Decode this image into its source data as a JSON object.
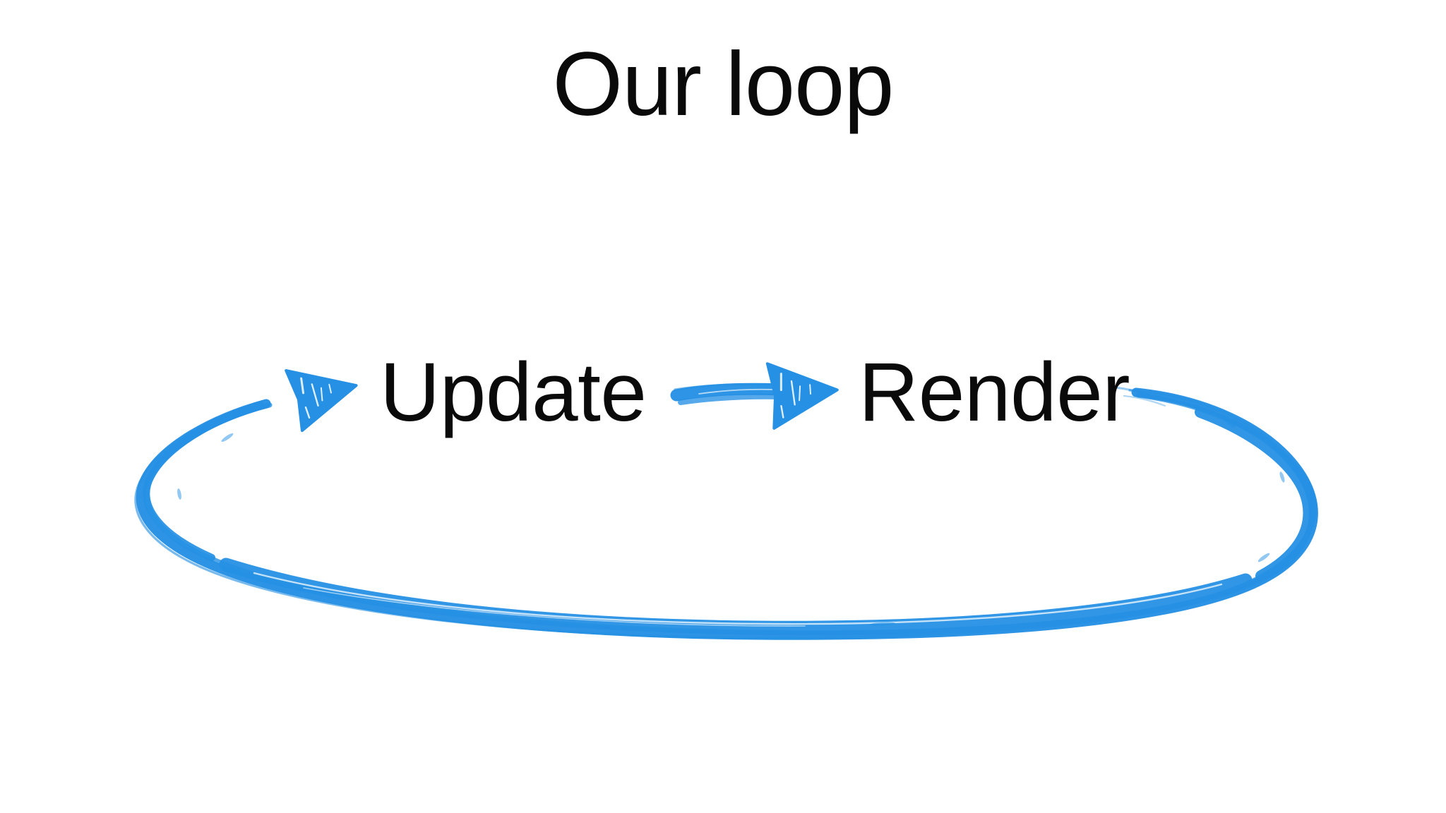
{
  "slide": {
    "title": "Our loop",
    "background_color": "#ffffff",
    "text_color": "#0a0a0a",
    "accent_color": "#2590e4"
  },
  "diagram": {
    "type": "cycle",
    "accent_color": "#2590e4",
    "nodes": [
      {
        "id": "update",
        "label": "Update"
      },
      {
        "id": "render",
        "label": "Render"
      }
    ],
    "connectors": [
      {
        "id": "update-to-render",
        "kind": "straight-arrow",
        "from": "update",
        "to": "render",
        "style": "hand-drawn",
        "color": "#2590e4"
      },
      {
        "id": "render-to-update",
        "kind": "loop-arrow",
        "from": "render",
        "to": "update",
        "style": "hand-drawn",
        "color": "#2590e4"
      }
    ],
    "arrowheads": [
      {
        "id": "into-update",
        "points": "right",
        "color": "#2590e4"
      },
      {
        "id": "into-render",
        "points": "right",
        "color": "#2590e4"
      }
    ]
  }
}
